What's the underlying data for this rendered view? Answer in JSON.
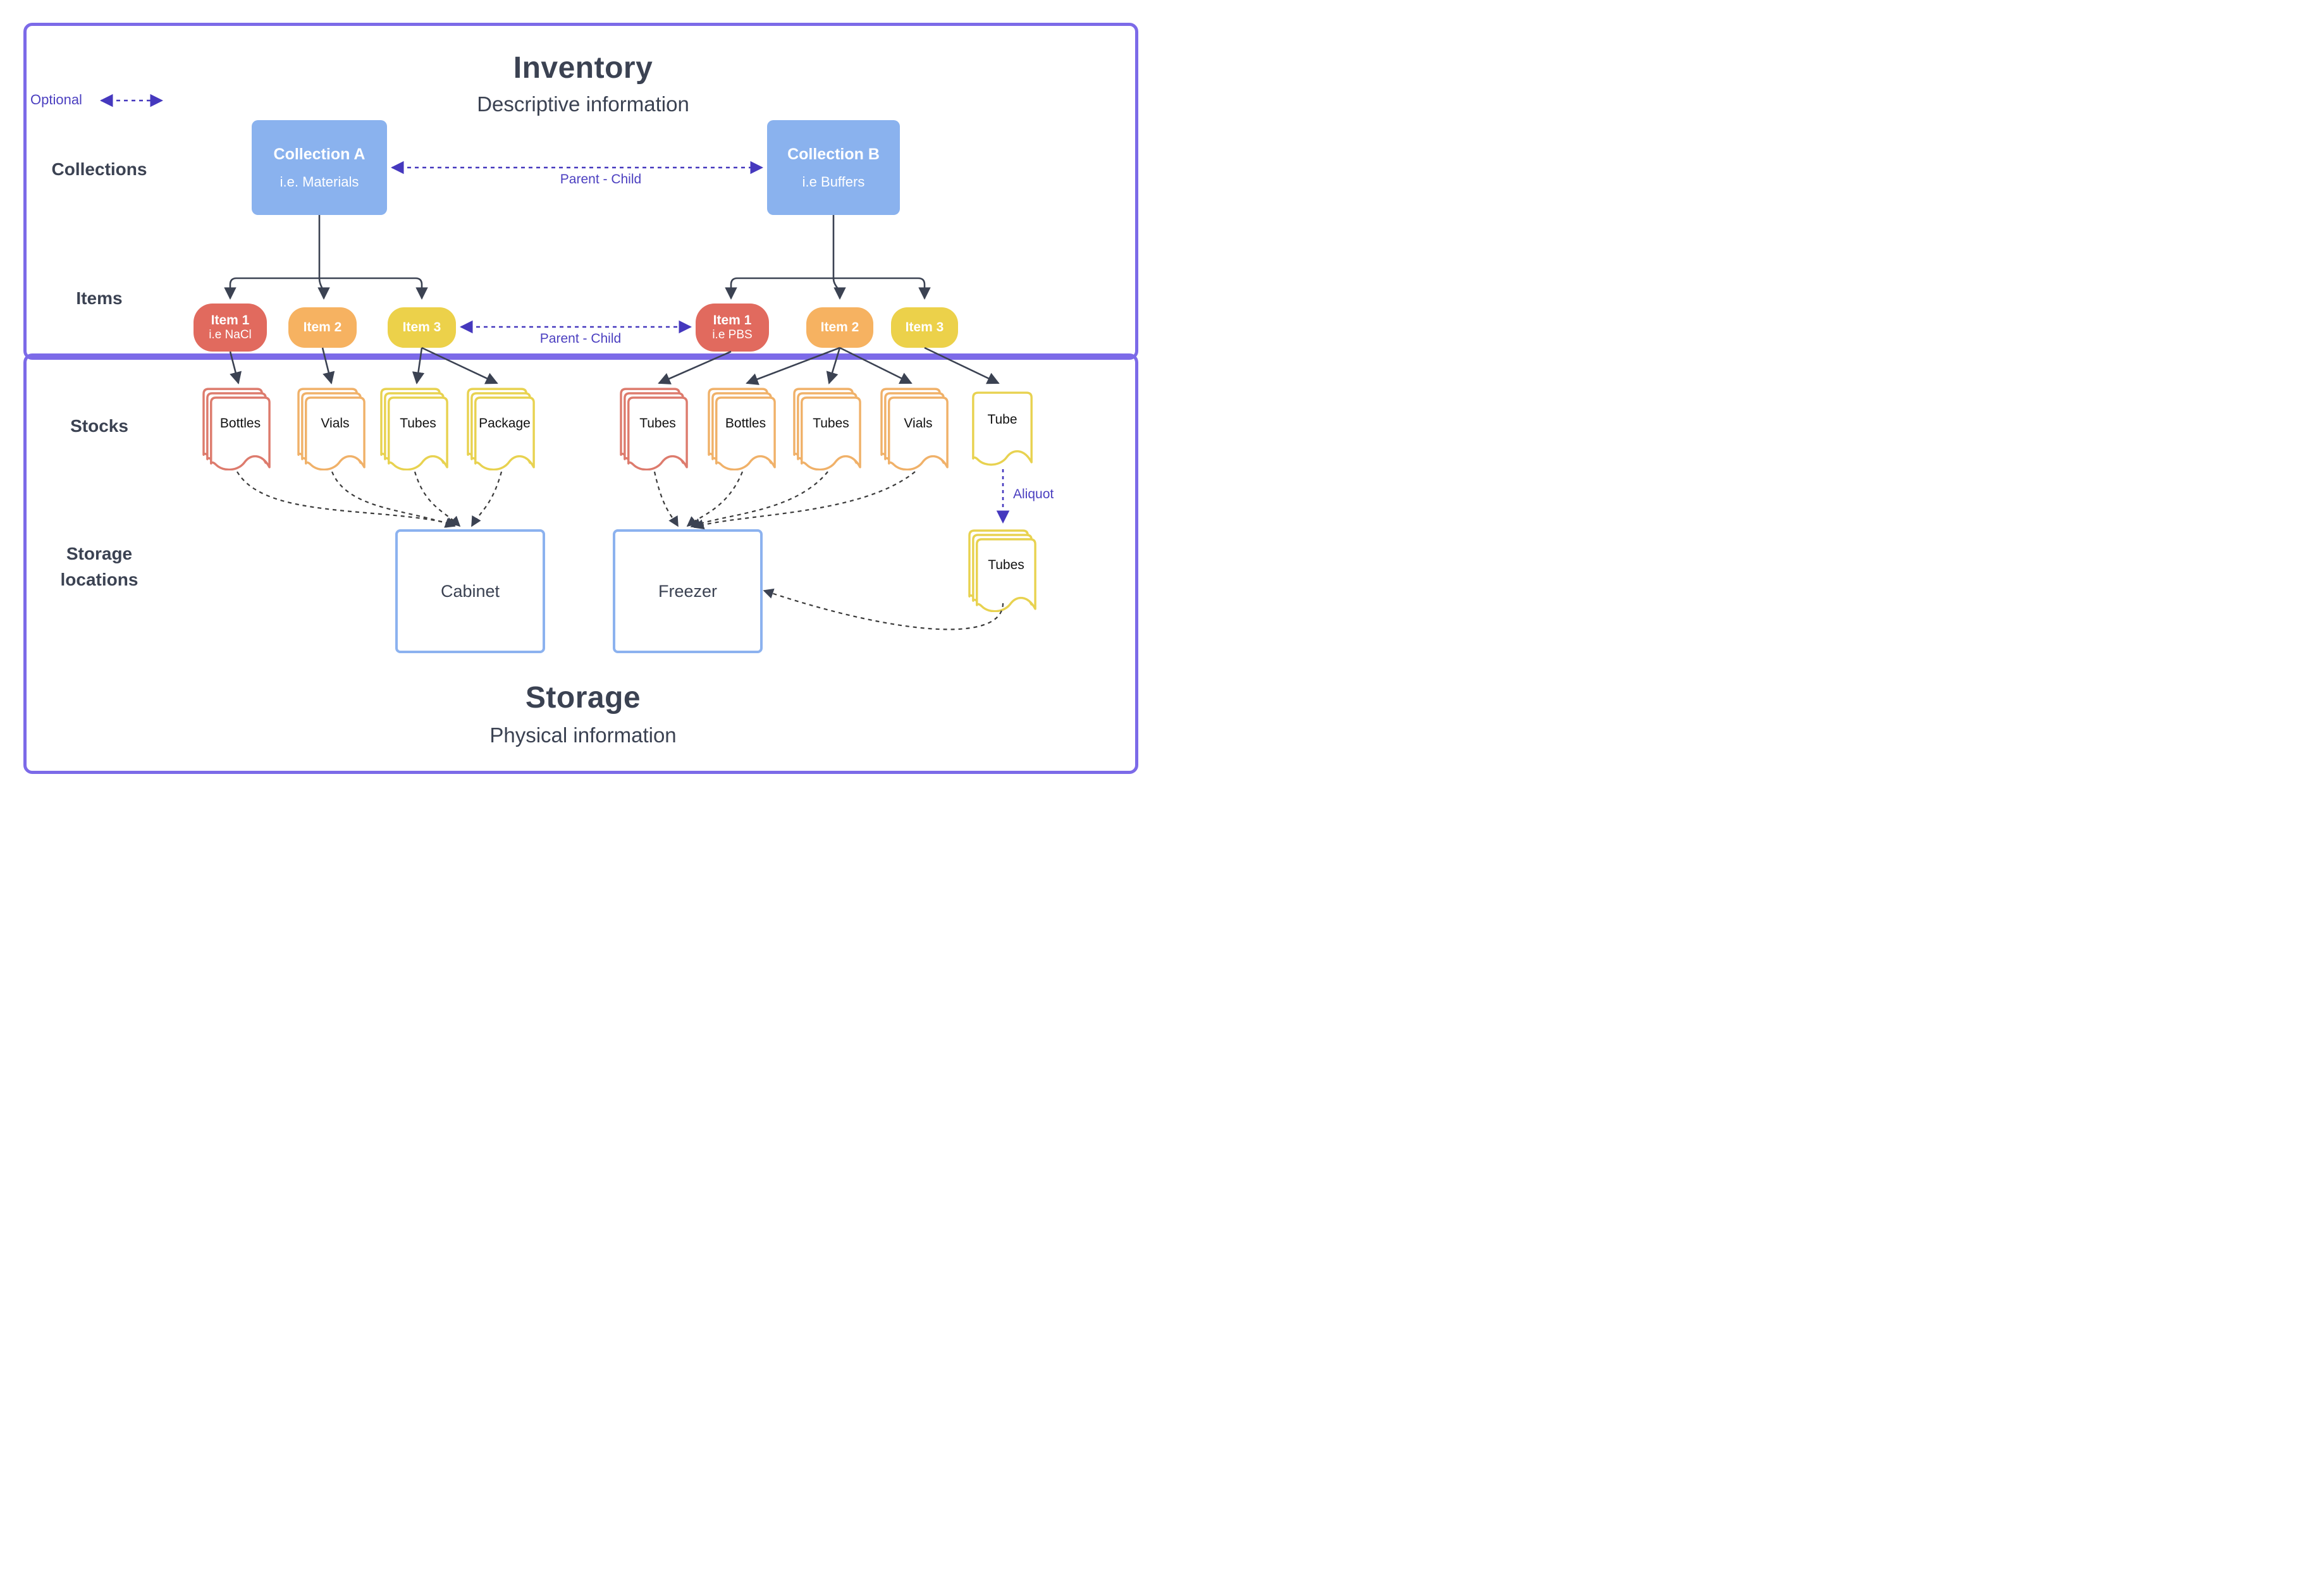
{
  "legend": {
    "optional_label": "Optional"
  },
  "sections": {
    "inventory": {
      "title": "Inventory",
      "subtitle": "Descriptive information"
    },
    "storage": {
      "title": "Storage",
      "subtitle": "Physical information"
    }
  },
  "row_labels": {
    "collections": "Collections",
    "items": "Items",
    "stocks": "Stocks",
    "storage_locations": "Storage locations"
  },
  "relations": {
    "collections_link": "Parent - Child",
    "items_link": "Parent - Child",
    "aliquot": "Aliquot"
  },
  "collections": [
    {
      "title": "Collection A",
      "subtitle": "i.e. Materials",
      "color": "#8AB2EE"
    },
    {
      "title": "Collection B",
      "subtitle": "i.e Buffers",
      "color": "#8AB2EE"
    }
  ],
  "items": {
    "left": [
      {
        "label": "Item 1",
        "sublabel": "i.e NaCl",
        "color": "#E16A5E"
      },
      {
        "label": "Item 2",
        "color": "#F6B261"
      },
      {
        "label": "Item 3",
        "color": "#ECD14A"
      }
    ],
    "right": [
      {
        "label": "Item 1",
        "sublabel": "i.e PBS",
        "color": "#E16A5E"
      },
      {
        "label": "Item 2",
        "color": "#F6B261"
      },
      {
        "label": "Item 3",
        "color": "#ECD14A"
      }
    ]
  },
  "stocks": {
    "left": [
      {
        "label": "Bottles",
        "color": "#DD7B6D",
        "stacked": true
      },
      {
        "label": "Vials",
        "color": "#F0B169",
        "stacked": true
      },
      {
        "label": "Tubes",
        "color": "#E8D250",
        "stacked": true
      },
      {
        "label": "Package",
        "color": "#E8D250",
        "stacked": true
      }
    ],
    "right": [
      {
        "label": "Tubes",
        "color": "#DD7B6D",
        "stacked": true
      },
      {
        "label": "Bottles",
        "color": "#F0B169",
        "stacked": true
      },
      {
        "label": "Tubes",
        "color": "#F0B169",
        "stacked": true
      },
      {
        "label": "Vials",
        "color": "#F0B169",
        "stacked": true
      },
      {
        "label": "Tube",
        "color": "#E8D250",
        "stacked": false
      }
    ],
    "aliquot_result": {
      "label": "Tubes",
      "color": "#E8D250",
      "stacked": true
    }
  },
  "storage_locations": [
    {
      "label": "Cabinet"
    },
    {
      "label": "Freezer"
    }
  ],
  "colors": {
    "section_border": "#7C6AE8",
    "purple_accent": "#4B3FC0",
    "dark_slate": "#3B4252",
    "collection_blue": "#8AB2EE",
    "storage_border_blue": "#8CB2EF",
    "item_red": "#E16A5E",
    "item_orange": "#F6B261",
    "item_yellow": "#ECD14A"
  }
}
